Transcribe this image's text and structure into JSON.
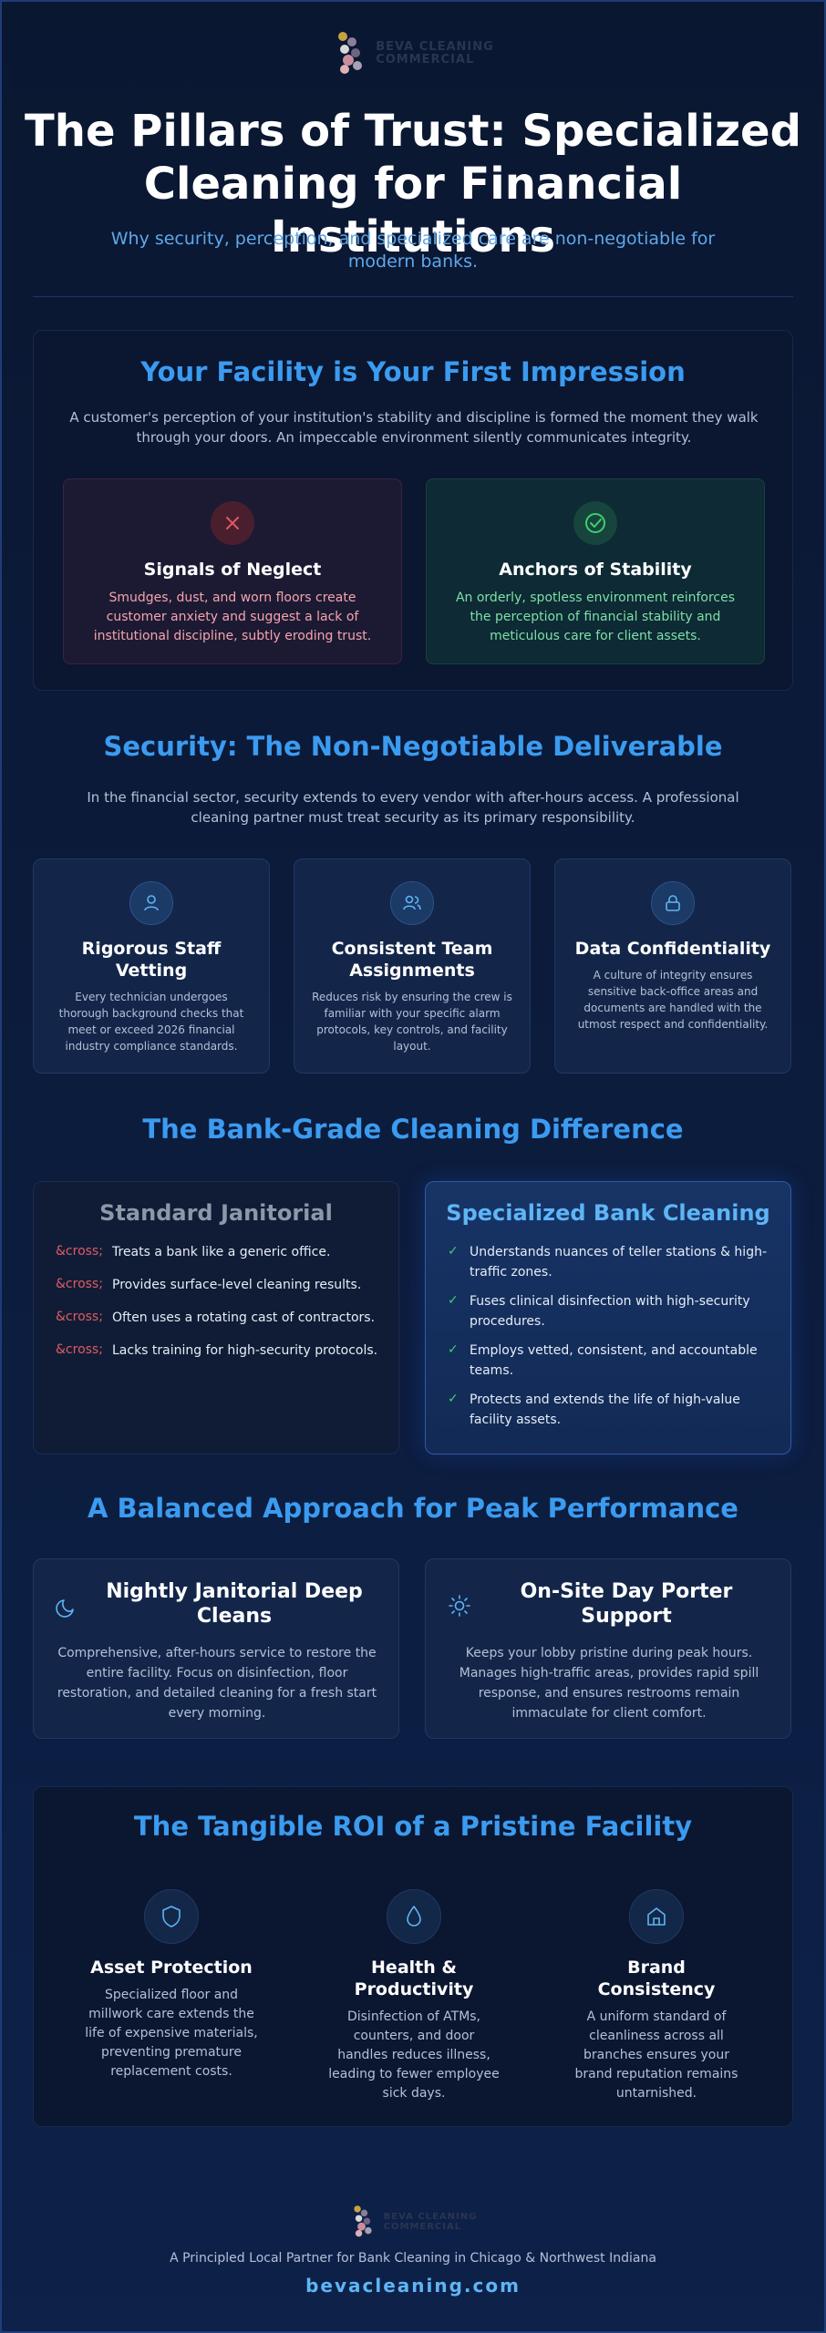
{
  "header": {
    "logo_text_line1": "BEVA CLEANING",
    "logo_text_line2": "COMMERCIAL",
    "title": "The Pillars of Trust: Specialized Cleaning for Financial Institutions",
    "subtitle": "Why security, perception, and specialized care are non-negotiable for modern banks."
  },
  "impression": {
    "title": "Your Facility is Your First Impression",
    "description": "A customer's perception of your institution's stability and discipline is formed the moment they walk through your doors. An impeccable environment silently communicates integrity.",
    "neglect": {
      "title": "Signals of Neglect",
      "text": "Smudges, dust, and worn floors create customer anxiety and suggest a lack of institutional discipline, subtly eroding trust."
    },
    "stability": {
      "title": "Anchors of Stability",
      "text": "An orderly, spotless environment reinforces the perception of financial stability and meticulous care for client assets."
    }
  },
  "security": {
    "title": "Security: The Non-Negotiable Deliverable",
    "description": "In the financial sector, security extends to every vendor with after-hours access. A professional cleaning partner must treat security as its primary responsibility.",
    "cards": [
      {
        "title": "Rigorous Staff Vetting",
        "text": "Every technician undergoes thorough background checks that meet or exceed 2026 financial industry compliance standards."
      },
      {
        "title": "Consistent Team Assignments",
        "text": "Reduces risk by ensuring the crew is familiar with your specific alarm protocols, key controls, and facility layout."
      },
      {
        "title": "Data Confidentiality",
        "text": "A culture of integrity ensures sensitive back-office areas and documents are handled with the utmost respect and confidentiality."
      }
    ]
  },
  "difference": {
    "title": "The Bank-Grade Cleaning Difference",
    "standard": {
      "title": "Standard Janitorial",
      "mark": "&cross;",
      "items": [
        "Treats a bank like a generic office.",
        "Provides surface-level cleaning results.",
        "Often uses a rotating cast of contractors.",
        "Lacks training for high-security protocols."
      ]
    },
    "specialized": {
      "title": "Specialized Bank Cleaning",
      "mark": "✓",
      "items": [
        "Understands nuances of teller stations & high-traffic zones.",
        "Fuses clinical disinfection with high-security procedures.",
        "Employs vetted, consistent, and accountable teams.",
        "Protects and extends the life of high-value facility assets."
      ]
    }
  },
  "balanced": {
    "title": "A Balanced Approach for Peak Performance",
    "nightly": {
      "title": "Nightly Janitorial Deep Cleans",
      "text": "Comprehensive, after-hours service to restore the entire facility. Focus on disinfection, floor restoration, and detailed cleaning for a fresh start every morning."
    },
    "porter": {
      "title": "On-Site Day Porter Support",
      "text": "Keeps your lobby pristine during peak hours. Manages high-traffic areas, provides rapid spill response, and ensures restrooms remain immaculate for client comfort."
    }
  },
  "roi": {
    "title": "The Tangible ROI of a Pristine Facility",
    "items": [
      {
        "title": "Asset Protection",
        "text": "Specialized floor and millwork care extends the life of expensive materials, preventing premature replacement costs."
      },
      {
        "title": "Health & Productivity",
        "text": "Disinfection of ATMs, counters, and door handles reduces illness, leading to fewer employee sick days."
      },
      {
        "title": "Brand Consistency",
        "text": "A uniform standard of cleanliness across all branches ensures your brand reputation remains untarnished."
      }
    ]
  },
  "footer": {
    "tagline": "A Principled Local Partner for Bank Cleaning in Chicago & Northwest Indiana",
    "url": "bevacleaning.com"
  },
  "colors": {
    "accent": "#3b9bf0",
    "danger": "#e05a63",
    "success": "#3ecf6e"
  }
}
